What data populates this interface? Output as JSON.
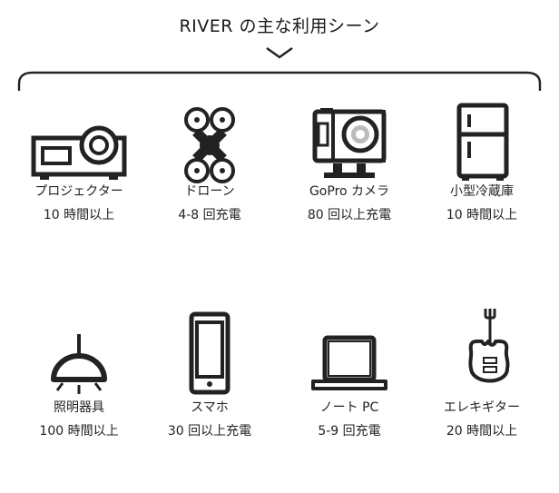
{
  "header": {
    "title": "RIVER の主な利用シーン"
  },
  "items": [
    {
      "label": "プロジェクター",
      "usage": "10 時間以上",
      "icon": "projector-icon"
    },
    {
      "label": "ドローン",
      "usage": "4-8 回充電",
      "icon": "drone-icon"
    },
    {
      "label": "GoPro カメラ",
      "usage": "80 回以上充電",
      "icon": "action-camera-icon"
    },
    {
      "label": "小型冷蔵庫",
      "usage": "10 時間以上",
      "icon": "refrigerator-icon"
    },
    {
      "label": "照明器具",
      "usage": "100 時間以上",
      "icon": "ceiling-lamp-icon"
    },
    {
      "label": "スマホ",
      "usage": "30 回以上充電",
      "icon": "smartphone-icon"
    },
    {
      "label": "ノート PC",
      "usage": "5-9 回充電",
      "icon": "laptop-icon"
    },
    {
      "label": "エレキギター",
      "usage": "20 時間以上",
      "icon": "electric-guitar-icon"
    }
  ]
}
